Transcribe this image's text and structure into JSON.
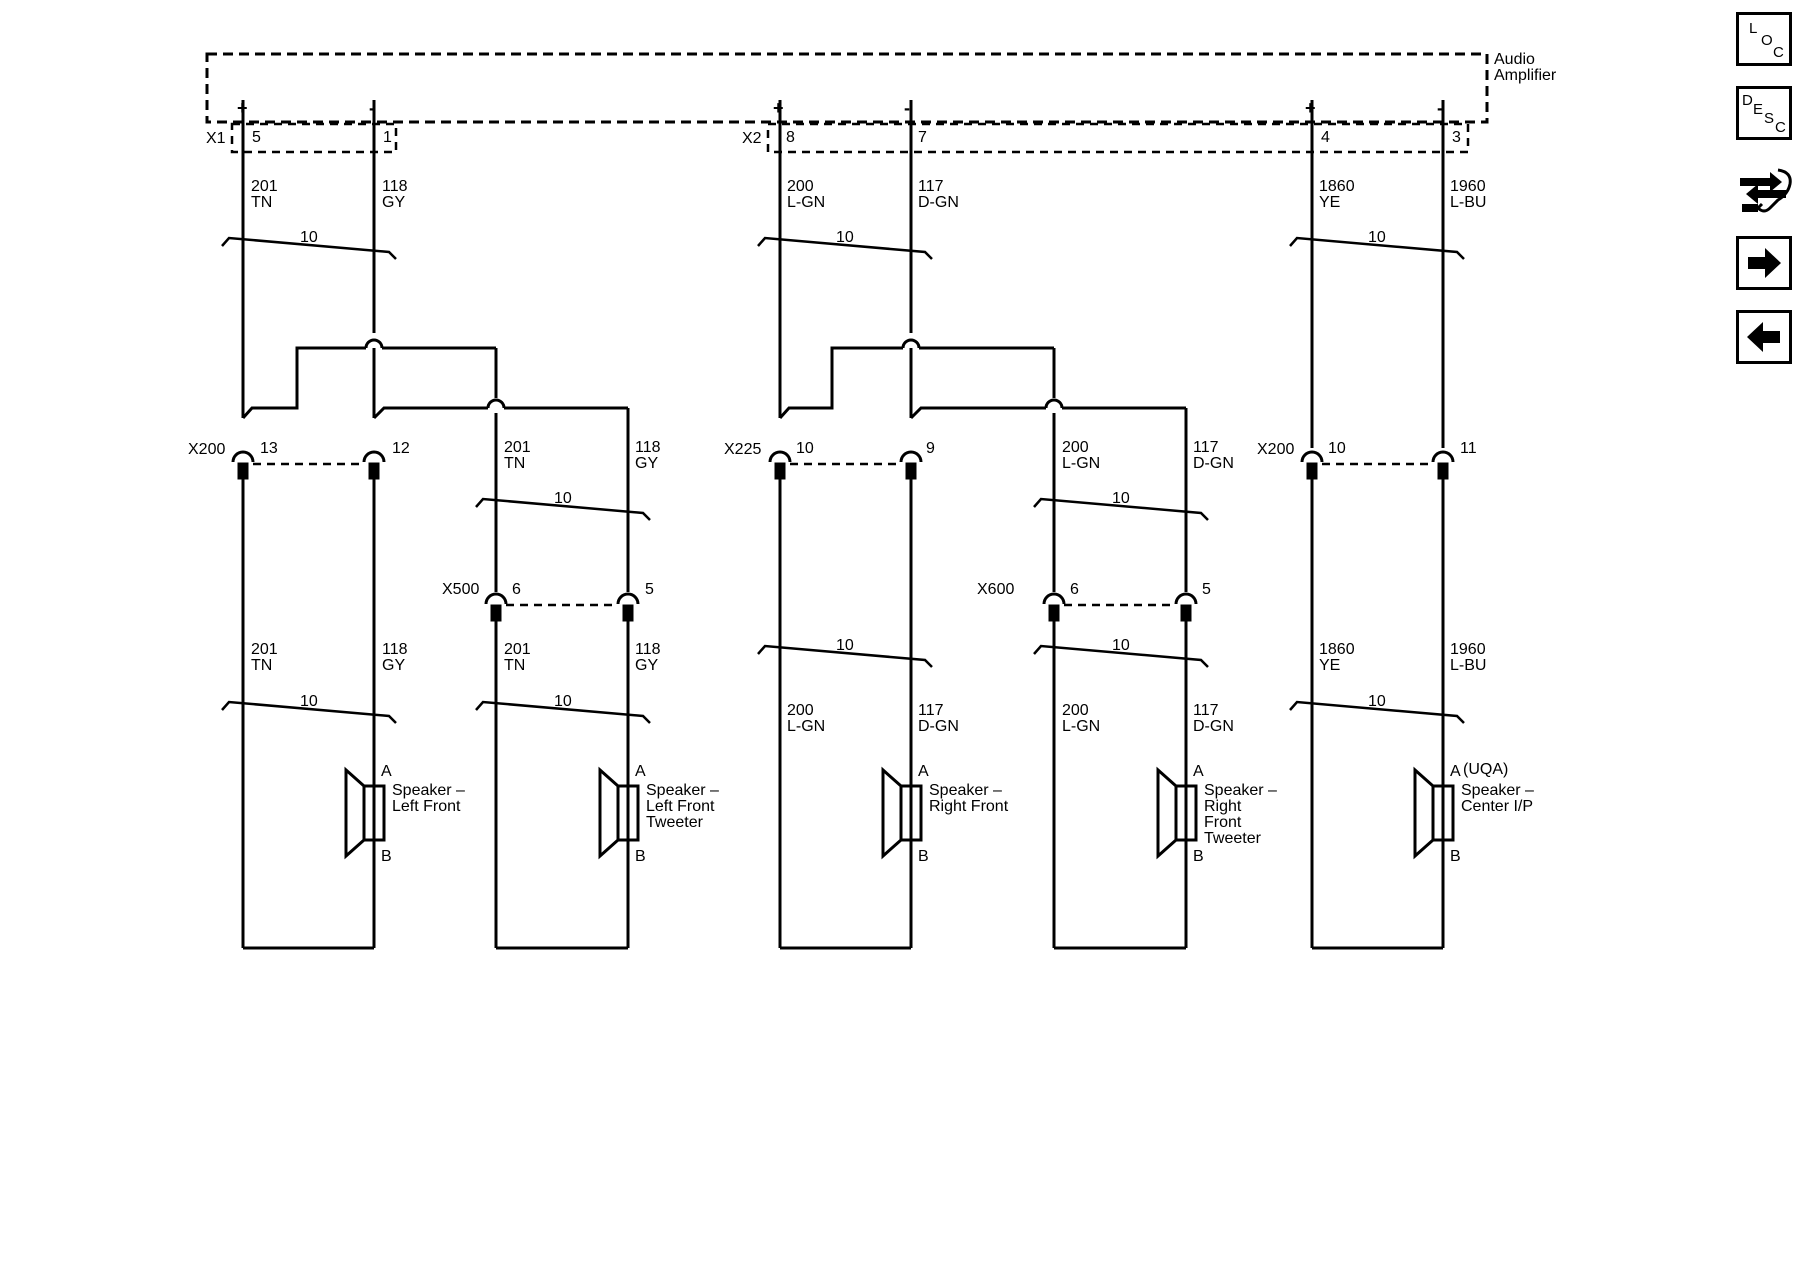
{
  "amplifier": {
    "label_line1": "Audio",
    "label_line2": "Amplifier"
  },
  "connectors": {
    "x1": "X1",
    "x2": "X2",
    "x200_left": "X200",
    "x225": "X225",
    "x200_right": "X200",
    "x500": "X500",
    "x600": "X600"
  },
  "polarity": {
    "plus": "+",
    "minus": "-"
  },
  "twist": "10",
  "pins": {
    "x1_a": "5",
    "x1_b": "1",
    "x2_a": "8",
    "x2_b": "7",
    "x2_c": "4",
    "x2_d": "3",
    "x200l_a": "13",
    "x200l_b": "12",
    "x225_a": "10",
    "x225_b": "9",
    "x200r_a": "10",
    "x200r_b": "11",
    "x500_a": "6",
    "x500_b": "5",
    "x600_a": "6",
    "x600_b": "5"
  },
  "wires": {
    "w201": {
      "circuit": "201",
      "color": "TN"
    },
    "w118": {
      "circuit": "118",
      "color": "GY"
    },
    "w200": {
      "circuit": "200",
      "color": "L-GN"
    },
    "w117": {
      "circuit": "117",
      "color": "D-GN"
    },
    "w1860": {
      "circuit": "1860",
      "color": "YE"
    },
    "w1960": {
      "circuit": "1960",
      "color": "L-BU"
    }
  },
  "speakers": {
    "terminal_a": "A",
    "terminal_b": "B",
    "option_code": "(UQA)",
    "left_front": [
      "Speaker –",
      "Left Front"
    ],
    "left_tweeter": [
      "Speaker –",
      "Left Front",
      "Tweeter"
    ],
    "right_front": [
      "Speaker –",
      "Right Front"
    ],
    "right_tweeter": [
      "Speaker –",
      "Right",
      "Front",
      "Tweeter"
    ],
    "center": [
      "Speaker –",
      "Center I/P"
    ]
  },
  "sidebar": {
    "loc": {
      "l": "L",
      "o": "O",
      "c": "C"
    },
    "desc": {
      "d": "D",
      "e": "E",
      "s": "S",
      "c": "C"
    }
  }
}
